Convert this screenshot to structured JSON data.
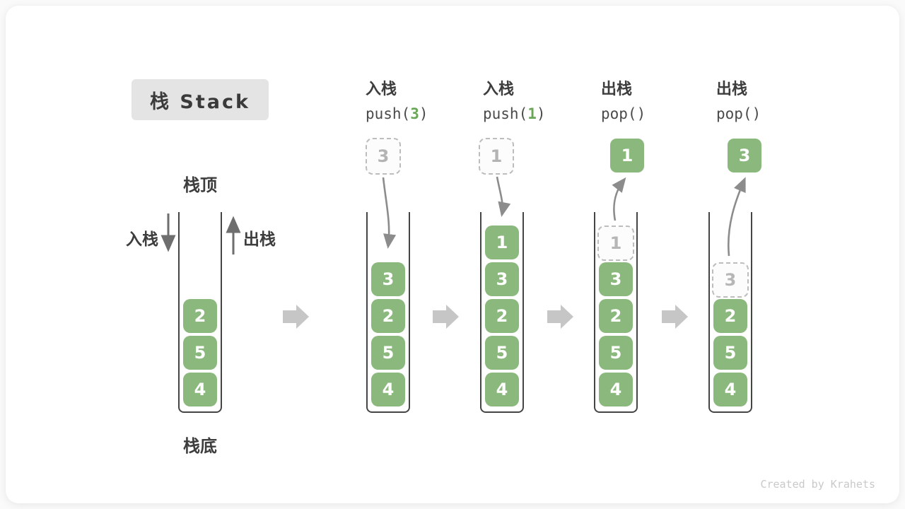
{
  "title": "栈 Stack",
  "credit": "Created by Krahets",
  "side": {
    "top_label": "栈顶",
    "bottom_label": "栈底",
    "push_label": "入栈",
    "pop_label": "出栈"
  },
  "stages": [
    {
      "op": "入栈",
      "code_pre": "push(",
      "code_arg": "3",
      "code_post": ")"
    },
    {
      "op": "入栈",
      "code_pre": "push(",
      "code_arg": "1",
      "code_post": ")"
    },
    {
      "op": "出栈",
      "code_pre": "pop(",
      "code_arg": "",
      "code_post": ")"
    },
    {
      "op": "出栈",
      "code_pre": "pop(",
      "code_arg": "",
      "code_post": ")"
    }
  ],
  "floating": {
    "push3": "3",
    "push1": "1",
    "pop1": "1",
    "pop3": "3"
  },
  "stacks": {
    "s1": {
      "c2": "2",
      "c1": "5",
      "c0": "4"
    },
    "s2": {
      "c3": "3",
      "c2": "2",
      "c1": "5",
      "c0": "4"
    },
    "s3": {
      "c4": "1",
      "c3": "3",
      "c2": "2",
      "c1": "5",
      "c0": "4"
    },
    "s4": {
      "ghost": "1",
      "c3": "3",
      "c2": "2",
      "c1": "5",
      "c0": "4"
    },
    "s5": {
      "ghost": "3",
      "c2": "2",
      "c1": "5",
      "c0": "4"
    }
  },
  "colors": {
    "green": "#8bb97d",
    "code_arg_green": "#69a757",
    "ghost_gray": "#bdbdbd"
  }
}
